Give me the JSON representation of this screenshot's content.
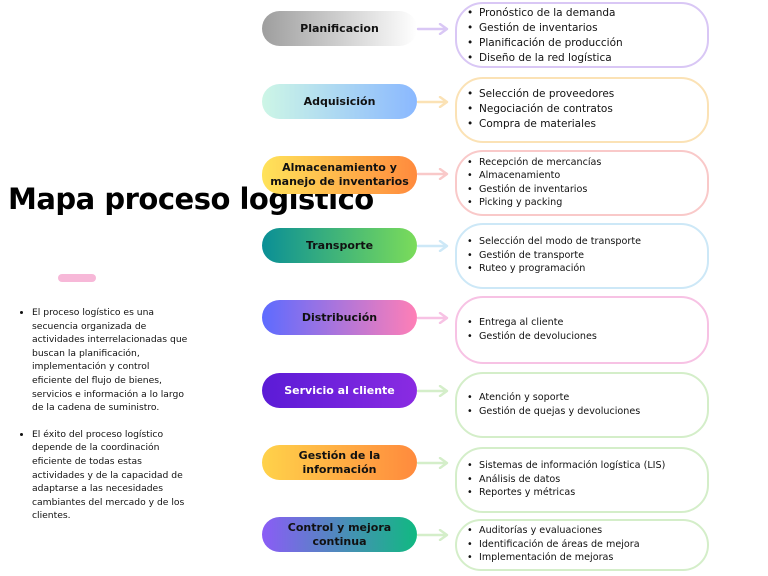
{
  "title": "Mapa proceso logistico",
  "intro": [
    "El proceso logístico es una secuencia organizada de actividades interrelacionadas que buscan la planificación, implementación y control eficiente del flujo de bienes, servicios e información a lo largo de la cadena de suministro.",
    "El éxito del proceso logístico depende de la coordinación eficiente de todas estas actividades y de la capacidad de adaptarse a las necesidades cambiantes del mercado y de los clientes."
  ],
  "stages": [
    {
      "label": "Planificacion",
      "items": [
        "Pronóstico de la demanda",
        "Gestión de inventarios",
        "Planificación de producción",
        "Diseño de la red logística"
      ],
      "gradient": [
        "#9e9e9e",
        "#ffffff"
      ],
      "border": "#d9c7f5",
      "arrow": "#d9c7f5"
    },
    {
      "label": "Adquisición",
      "items": [
        "Selección de proveedores",
        "Negociación de contratos",
        "Compra de materiales"
      ],
      "gradient": [
        "#cdf6e6",
        "#8ab8ff"
      ],
      "border": "#fbe2b5",
      "arrow": "#fbe2b5"
    },
    {
      "label": "Almacenamiento y manejo de inventarios",
      "items": [
        "Recepción de mercancías",
        "Almacenamiento",
        "Gestión de inventarios",
        "Picking y packing"
      ],
      "gradient": [
        "#ffe35a",
        "#ff8a3d"
      ],
      "border": "#f9c9c9",
      "arrow": "#f9c9c9"
    },
    {
      "label": "Transporte",
      "items": [
        "Selección del modo de transporte",
        "Gestión de transporte",
        "Ruteo y programación"
      ],
      "gradient": [
        "#0a8f96",
        "#7bdc5a"
      ],
      "border": "#cde8f7",
      "arrow": "#cde8f7"
    },
    {
      "label": "Distribución",
      "items": [
        "Entrega al cliente",
        "Gestión de devoluciones"
      ],
      "gradient": [
        "#5d6bff",
        "#ff7fb6"
      ],
      "border": "#f7c2e4",
      "arrow": "#f7c2e4"
    },
    {
      "label": "Servicio al cliente",
      "items": [
        "Atención y soporte",
        "Gestión de quejas y devoluciones"
      ],
      "gradient": [
        "#5b1bd6",
        "#8a2be2"
      ],
      "border": "#d4eec9",
      "arrow": "#d4eec9"
    },
    {
      "label": "Gestión de la información",
      "items": [
        "Sistemas de información logística (LIS)",
        "Análisis de datos",
        "Reportes y métricas"
      ],
      "gradient": [
        "#ffd24a",
        "#ff8a3d"
      ],
      "border": "#d4eec9",
      "arrow": "#d4eec9"
    },
    {
      "label": "Control y mejora continua",
      "items": [
        "Auditorías y evaluaciones",
        "Identificación de áreas de mejora",
        "Implementación de mejoras"
      ],
      "gradient": [
        "#8b5cf6",
        "#10b981"
      ],
      "border": "#d4eec9",
      "arrow": "#d4eec9"
    }
  ]
}
